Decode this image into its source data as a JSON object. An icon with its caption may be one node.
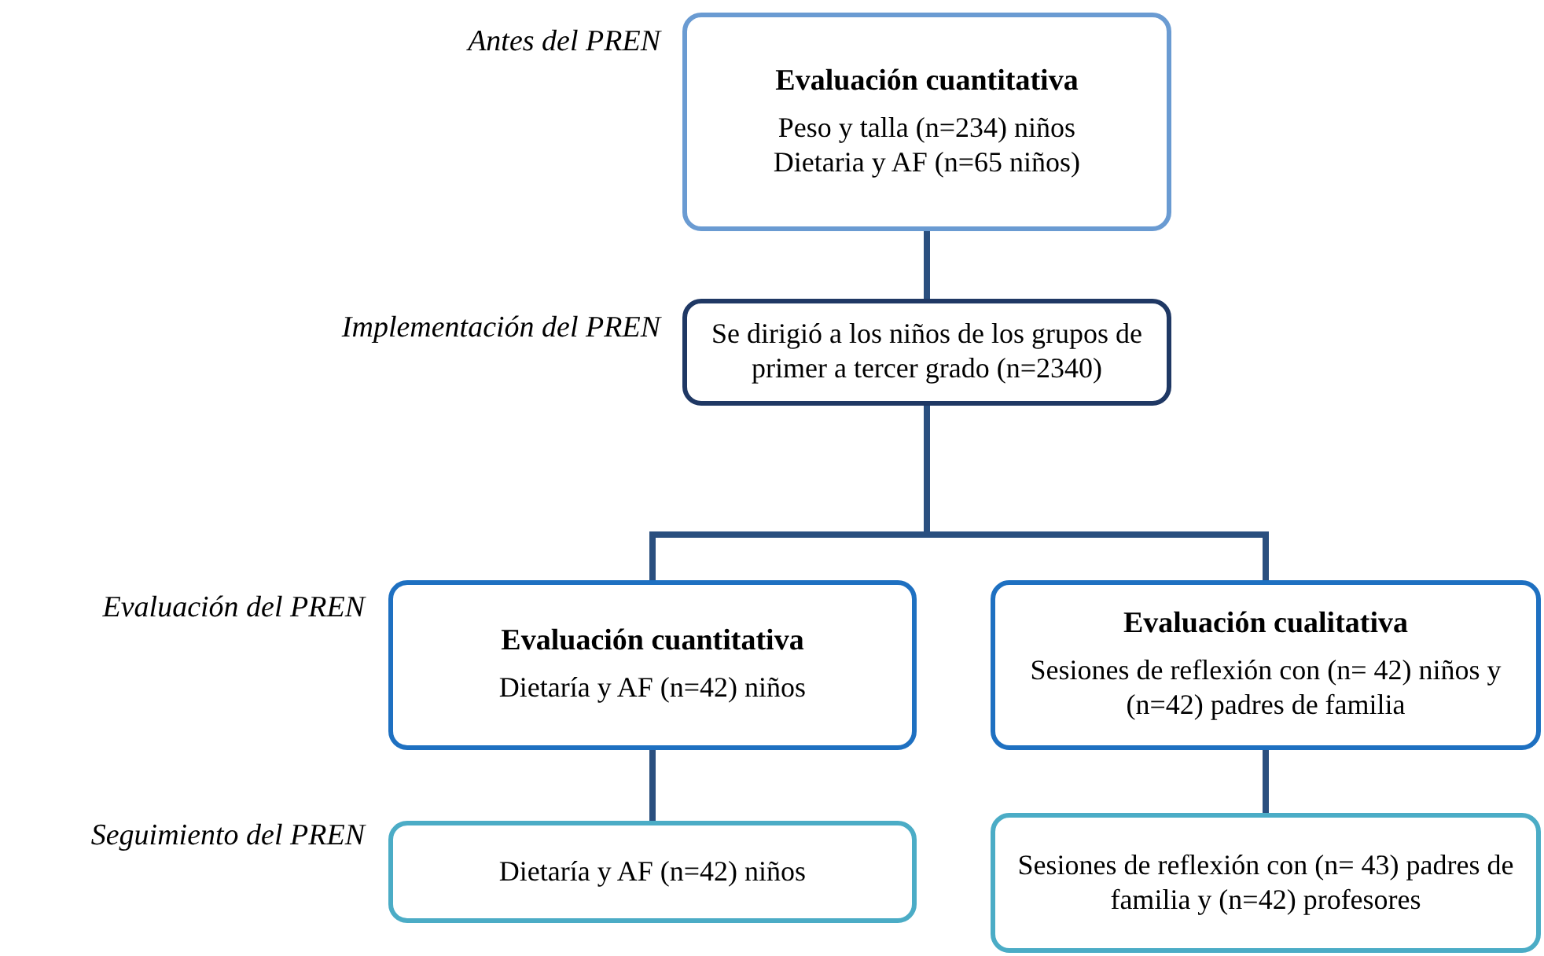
{
  "diagram": {
    "nodes": [
      {
        "text": [
          "Evaluación cuantitativa",
          "Peso y talla (n=234) niños",
          "Dietaria y AF (n=65 niños)"
        ]
      },
      {
        "text": [
          "Se dirigió a los niños de los grupos de primer a tercer grado (n=2340)"
        ]
      },
      {
        "text": [
          "Evaluación cuantitativa",
          "Dietaría y AF (n=42) niños"
        ]
      },
      {
        "text": [
          "Evaluación cualitativa",
          "Sesiones de reflexión con (n= 42) niños y (n=42) padres de familia"
        ]
      },
      {
        "text": [
          "Dietaría y AF (n=42) niños"
        ]
      },
      {
        "text": [
          "Sesiones de reflexión con (n= 43) padres de familia y (n=42) profesores"
        ]
      }
    ],
    "edges": [
      {
        "from": 0,
        "to": 1,
        "arrow": "none"
      },
      {
        "from": 1,
        "to": 2,
        "arrow": "none"
      },
      {
        "from": 1,
        "to": 3,
        "arrow": "none"
      },
      {
        "from": 2,
        "to": 4,
        "arrow": "none"
      },
      {
        "from": 3,
        "to": 5,
        "arrow": "none"
      }
    ],
    "labels": [
      "Antes del PREN",
      "Implementación del PREN",
      "Evaluación del PREN",
      "Seguimiento del PREN"
    ]
  }
}
